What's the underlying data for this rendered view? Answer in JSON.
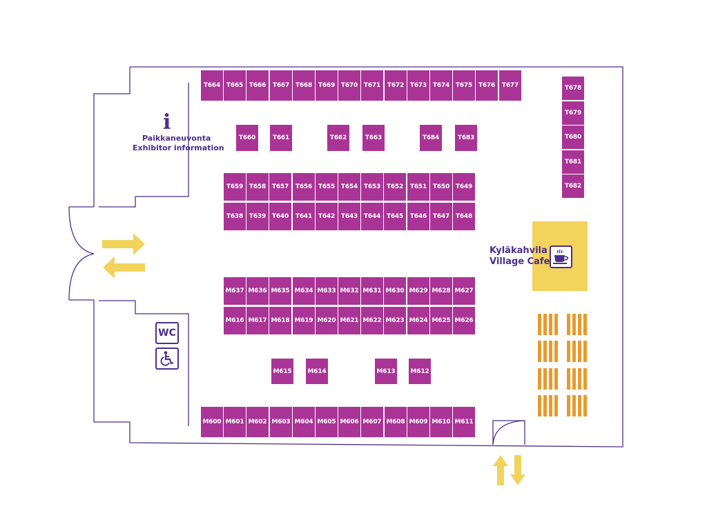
{
  "colors": {
    "booth": "#a93496",
    "wall": "#4b2f8c",
    "arrow": "#f2d35c",
    "seating": "#e89a2d",
    "cafe": "#f2d35c"
  },
  "info": {
    "icon": "info-icon",
    "label_fi": "Paikkaneuvonta",
    "label_en": "Exhibitor information"
  },
  "cafe": {
    "icon": "coffee-cup-icon",
    "label_fi": "Kyläkahvila",
    "label_en": "Village Cafe"
  },
  "wc": {
    "label": "WC",
    "accessible_icon": "wheelchair-icon"
  },
  "booths": {
    "row_top": [
      "T664",
      "T665",
      "T666",
      "T667",
      "T668",
      "T669",
      "T670",
      "T671",
      "T672",
      "T673",
      "T674",
      "T675",
      "T676",
      "T677"
    ],
    "col_right": [
      "T678",
      "T679",
      "T680",
      "T681",
      "T682"
    ],
    "islands_top": [
      "T660",
      "T661",
      "T662",
      "T663",
      "T684",
      "T683"
    ],
    "row_t_upper": [
      "T659",
      "T658",
      "T657",
      "T656",
      "T655",
      "T654",
      "T653",
      "T652",
      "T651",
      "T650",
      "T649"
    ],
    "row_t_lower": [
      "T638",
      "T639",
      "T640",
      "T641",
      "T642",
      "T643",
      "T644",
      "T645",
      "T646",
      "T647",
      "T648"
    ],
    "row_m_upper": [
      "M637",
      "M636",
      "M635",
      "M634",
      "M633",
      "M632",
      "M631",
      "M630",
      "M629",
      "M628",
      "M627"
    ],
    "row_m_lower": [
      "M616",
      "M617",
      "M618",
      "M619",
      "M620",
      "M621",
      "M622",
      "M623",
      "M624",
      "M625",
      "M626"
    ],
    "islands_bottom": [
      "M615",
      "M614",
      "M613",
      "M612"
    ],
    "row_bottom": [
      "M600",
      "M601",
      "M602",
      "M603",
      "M604",
      "M605",
      "M606",
      "M607",
      "M608",
      "M609",
      "M610",
      "M611"
    ]
  }
}
